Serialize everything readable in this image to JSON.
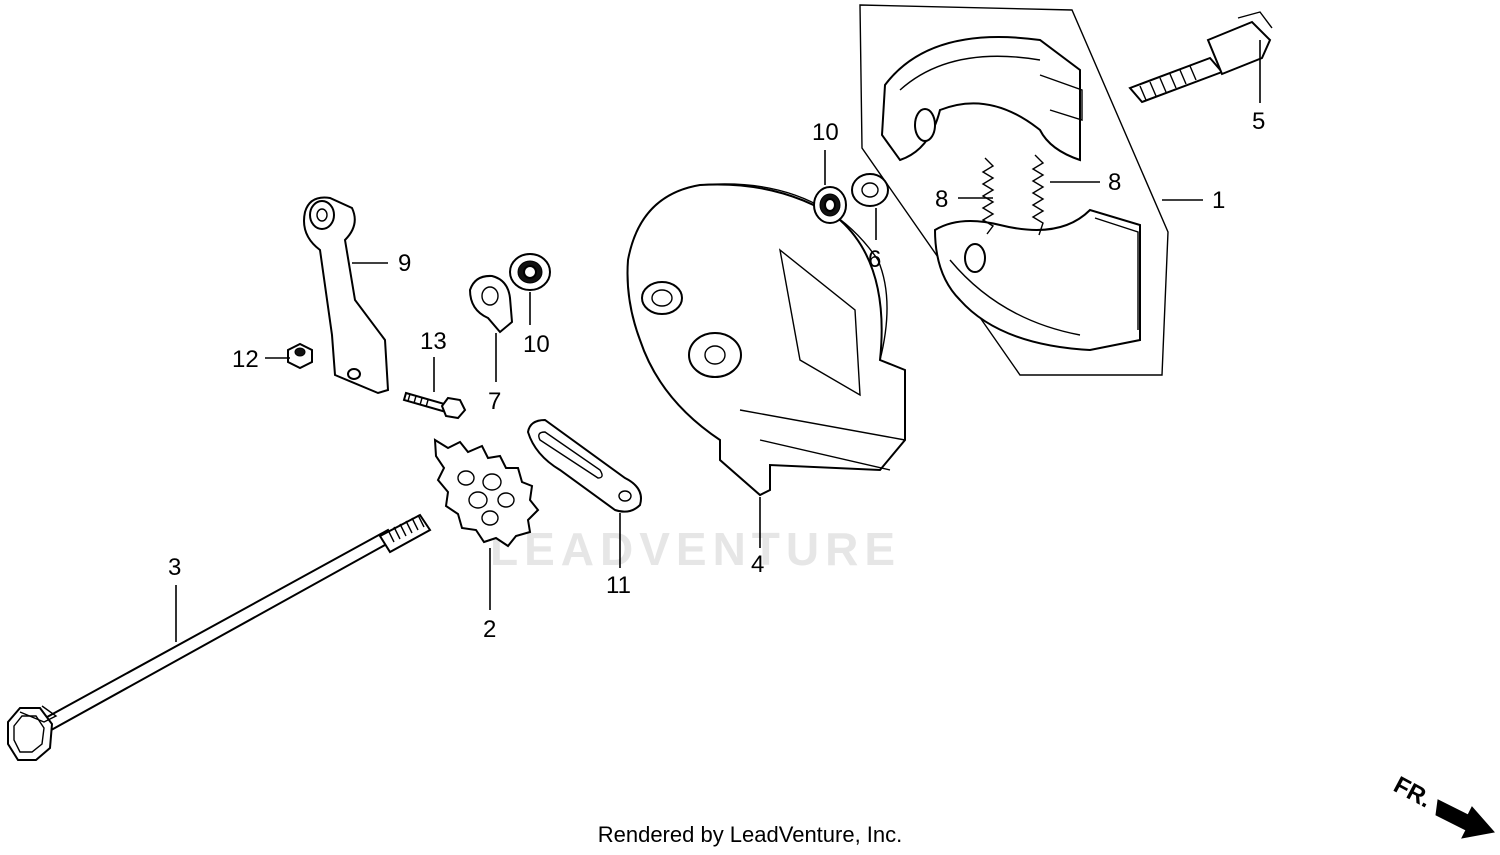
{
  "diagram": {
    "callouts": [
      {
        "id": "c1",
        "text": "1"
      },
      {
        "id": "c2",
        "text": "2"
      },
      {
        "id": "c3",
        "text": "3"
      },
      {
        "id": "c4",
        "text": "4"
      },
      {
        "id": "c5",
        "text": "5"
      },
      {
        "id": "c6",
        "text": "6"
      },
      {
        "id": "c7",
        "text": "7"
      },
      {
        "id": "c8a",
        "text": "8"
      },
      {
        "id": "c8b",
        "text": "8"
      },
      {
        "id": "c9",
        "text": "9"
      },
      {
        "id": "c10a",
        "text": "10"
      },
      {
        "id": "c10b",
        "text": "10"
      },
      {
        "id": "c11",
        "text": "11"
      },
      {
        "id": "c12",
        "text": "12"
      },
      {
        "id": "c13",
        "text": "13"
      }
    ],
    "watermark": "LEADVENTURE",
    "direction_label": "FR."
  },
  "footer": {
    "text": "Rendered by LeadVenture, Inc."
  }
}
